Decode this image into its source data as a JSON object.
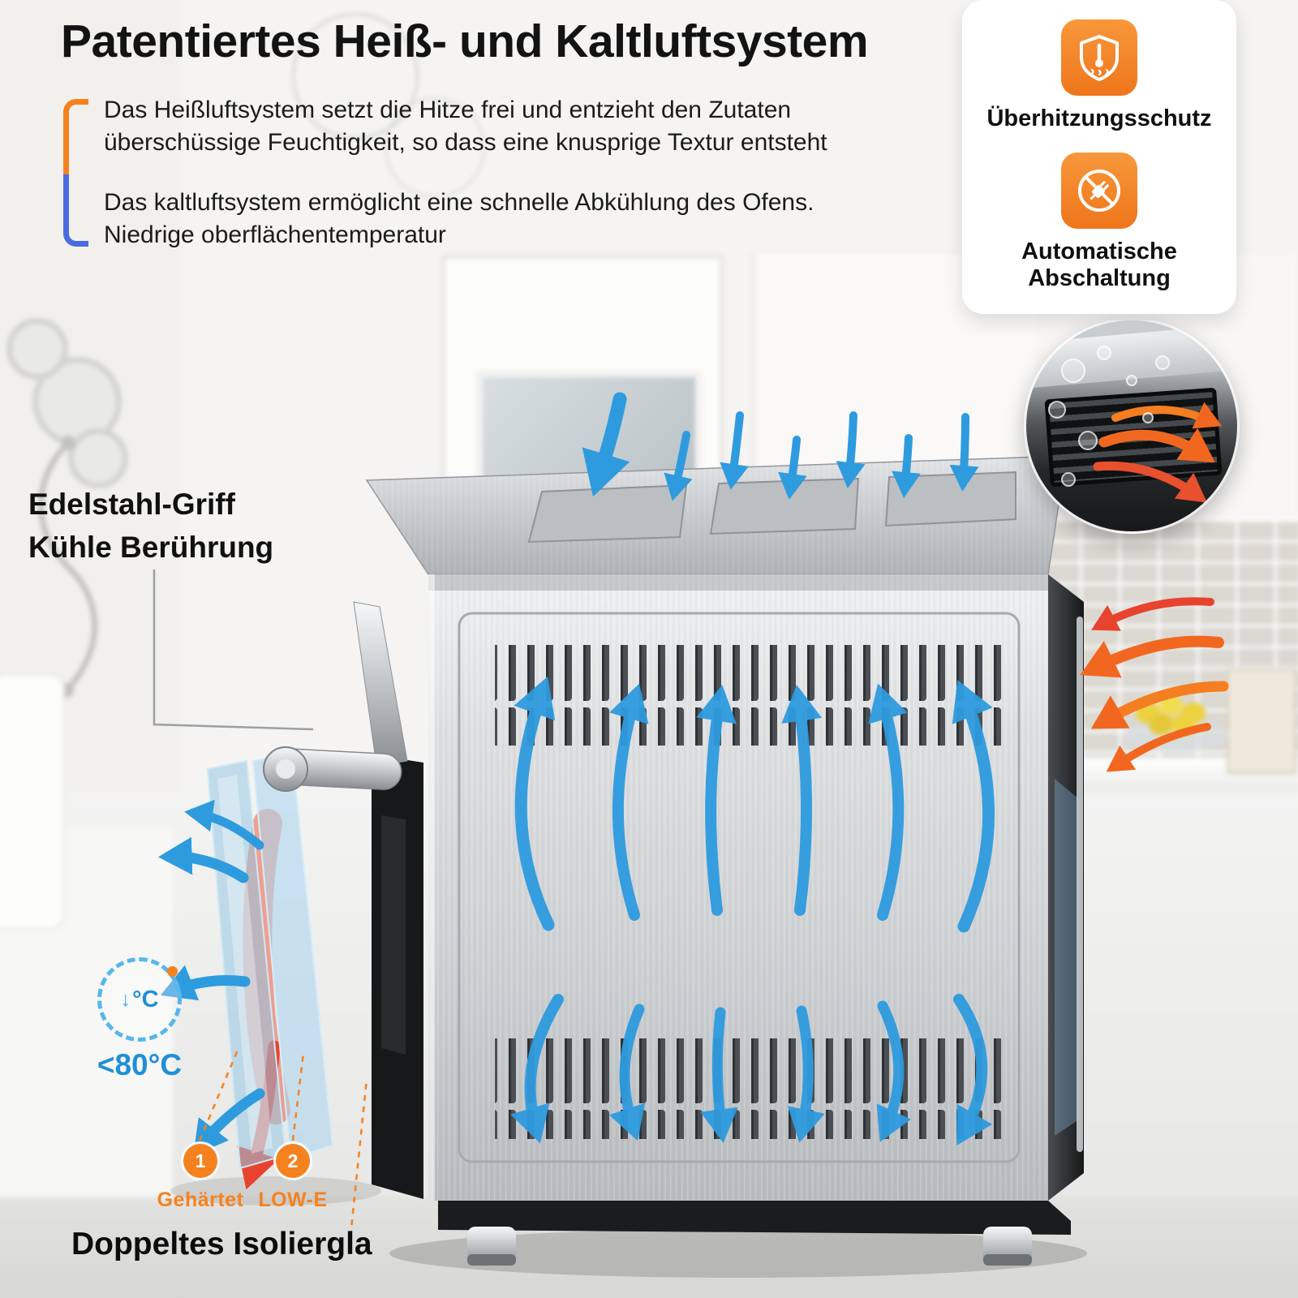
{
  "title": "Patentiertes Heiß- und Kaltluftsystem",
  "paragraphs": {
    "hot": "Das Heißluftsystem setzt die Hitze frei und entzieht den Zutaten überschüssige Feuchtigkeit, so dass eine knusprige Textur entsteht",
    "cold": "Das kaltluftsystem ermöglicht eine schnelle Abkühlung des Ofens. Niedrige oberflächentemperatur"
  },
  "features": [
    {
      "icon": "shield-thermometer-icon",
      "label": "Überhitzungsschutz"
    },
    {
      "icon": "no-plug-icon",
      "label": "Automatische Abschaltung"
    }
  ],
  "callouts": {
    "handle_line1": "Edelstahl-Griff",
    "handle_line2": "Kühle Berührung",
    "temp_arrow": "↓",
    "temp_unit": "°C",
    "temp_badge": "<80°C",
    "glass_markers": [
      {
        "number": "1",
        "label": "Gehärtet"
      },
      {
        "number": "2",
        "label": "LOW-E"
      }
    ],
    "glass_label": "Doppeltes Isoliergla"
  },
  "colors": {
    "accent_orange": "#F5821F",
    "bracket_blue": "#4A6BE0",
    "airflow_blue": "#2E9BDF",
    "heat_red": "#E8432E",
    "badge_blue": "#1F8FD8",
    "text_dark": "#131313",
    "card_bg": "#FFFFFF"
  }
}
